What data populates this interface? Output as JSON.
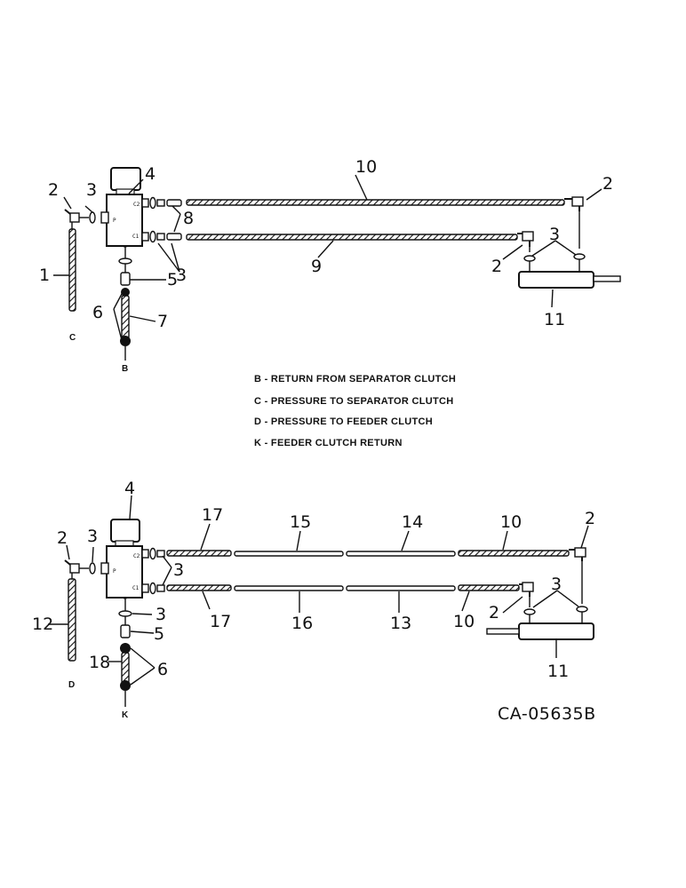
{
  "colors": {
    "ink": "#111111",
    "paper": "#ffffff"
  },
  "top": {
    "callouts": {
      "c1": "1",
      "c2a": "2",
      "c3a": "3",
      "c4": "4",
      "c10": "10",
      "c2b": "2",
      "c8": "8",
      "c3b": "3",
      "c9": "9",
      "c2c": "2",
      "c3c": "3",
      "c5": "5",
      "c6": "6",
      "c7": "7",
      "c11": "11"
    },
    "hose_ends": {
      "c": "C",
      "b": "B"
    }
  },
  "legend": [
    {
      "text": "B - RETURN FROM SEPARATOR CLUTCH"
    },
    {
      "text": "C - PRESSURE TO SEPARATOR CLUTCH"
    },
    {
      "text": "D - PRESSURE TO FEEDER CLUTCH"
    },
    {
      "text": "K - FEEDER CLUTCH RETURN"
    }
  ],
  "bottom": {
    "callouts": {
      "c4": "4",
      "c17a": "17",
      "c15": "15",
      "c14": "14",
      "c10a": "10",
      "c2a": "2",
      "c2b": "2",
      "c3a": "3",
      "c3b": "3",
      "c12": "12",
      "c17b": "17",
      "c16": "16",
      "c13": "13",
      "c10b": "10",
      "c2c": "2",
      "c3c": "3",
      "c3d": "3",
      "c5": "5",
      "c18": "18",
      "c6": "6",
      "c11": "11"
    },
    "hose_ends": {
      "d": "D",
      "k": "K"
    }
  },
  "figure_code": "CA-05635B"
}
